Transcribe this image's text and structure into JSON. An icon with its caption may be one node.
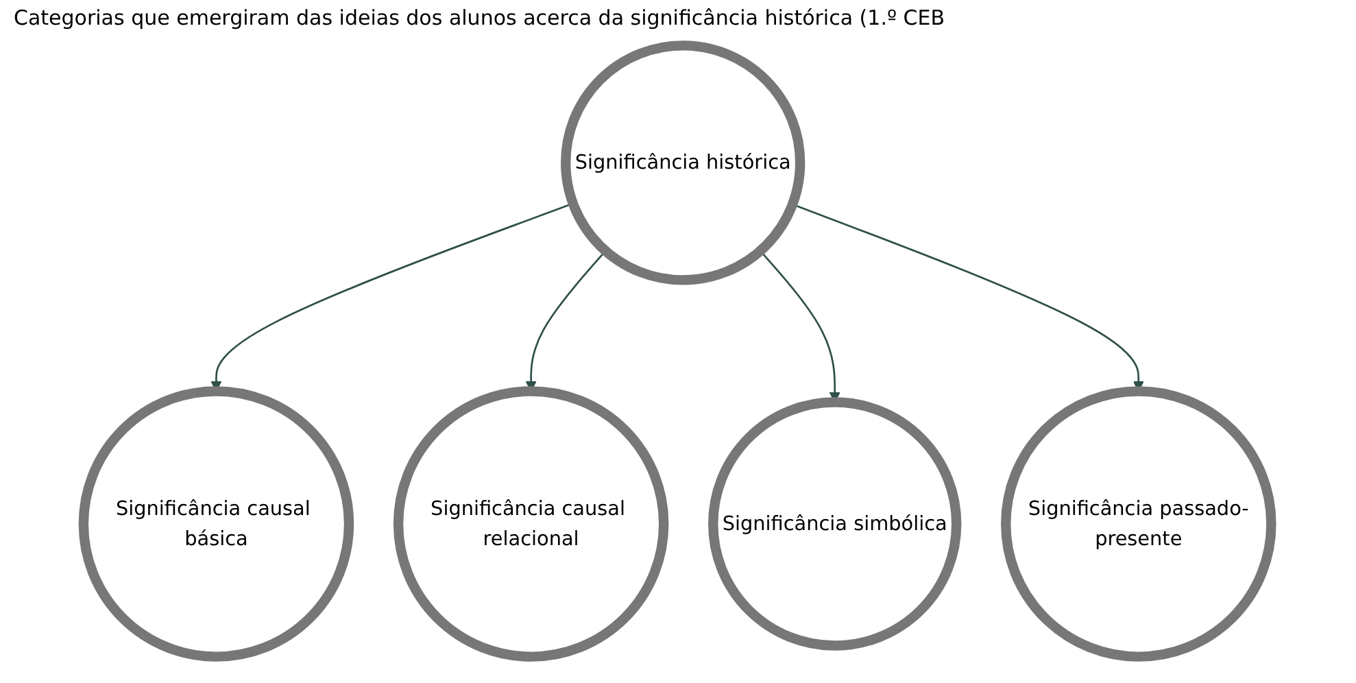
{
  "diagram": {
    "title": "Categorias que emergiram das ideias dos alunos acerca da significância histórica (1.º CEB",
    "nodes": [
      {
        "text": [
          "Significância histórica"
        ]
      },
      {
        "text": [
          "Significância causal básica"
        ]
      },
      {
        "text": [
          "Significância causal relacional"
        ]
      },
      {
        "text": [
          "Significância simbólica"
        ]
      },
      {
        "text": [
          "Significância passado-presente"
        ]
      }
    ],
    "edges": [
      {
        "from": 0,
        "to": 1,
        "arrow": "to"
      },
      {
        "from": 0,
        "to": 2,
        "arrow": "to"
      },
      {
        "from": 0,
        "to": 3,
        "arrow": "to"
      },
      {
        "from": 0,
        "to": 4,
        "arrow": "to"
      }
    ]
  }
}
